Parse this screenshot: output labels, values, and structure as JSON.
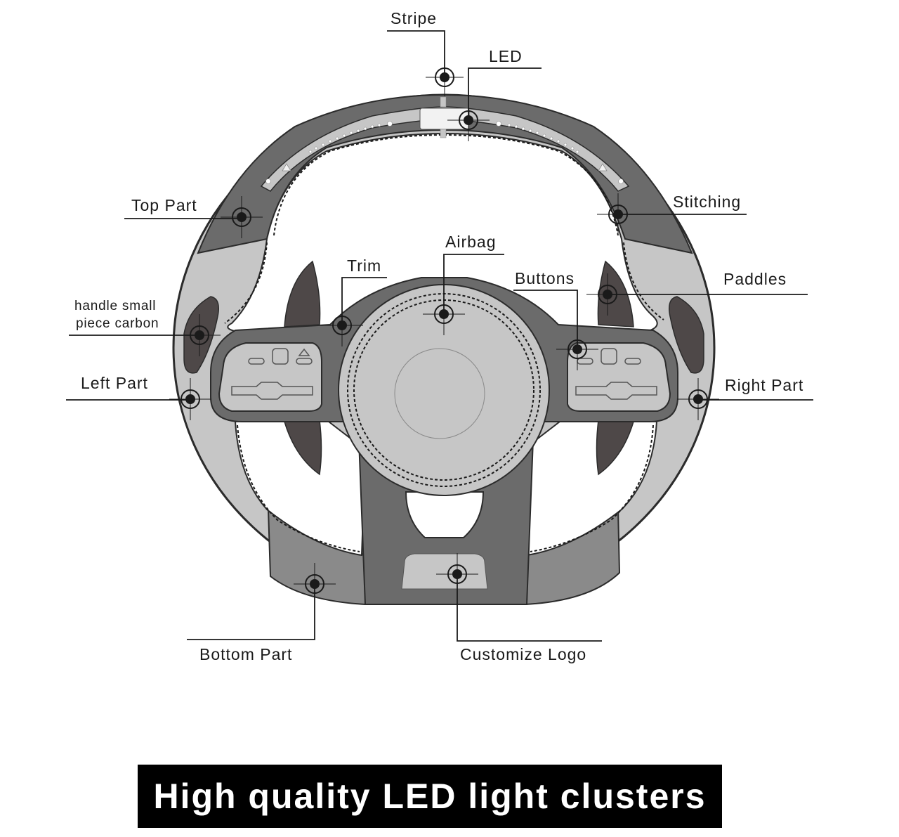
{
  "labels": {
    "stripe": "Stripe",
    "led": "LED",
    "top_part": "Top Part",
    "stitching": "Stitching",
    "airbag": "Airbag",
    "trim": "Trim",
    "buttons": "Buttons",
    "paddles": "Paddles",
    "handle_line1": "handle small",
    "handle_line2": "piece carbon",
    "left_part": "Left Part",
    "right_part": "Right Part",
    "bottom_part": "Bottom Part",
    "customize_logo": "Customize Logo"
  },
  "banner": {
    "text": "High quality LED light clusters"
  },
  "colors": {
    "dark_rim": "#6b6b6b",
    "light_grey": "#c6c6c6",
    "mid_grey": "#8a8a8a",
    "carbon": "#4e4848",
    "outline": "#2b2b2b",
    "banner_bg": "#000000"
  }
}
